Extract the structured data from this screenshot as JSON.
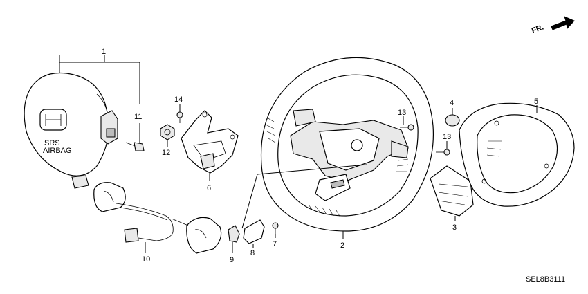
{
  "diagram": {
    "direction_label": "FR.",
    "code": "SEL8B3111",
    "emblem_text_top": "SRS",
    "emblem_text_bottom": "AIRBAG",
    "callouts": {
      "c1": "1",
      "c2": "2",
      "c3": "3",
      "c4": "4",
      "c5": "5",
      "c6": "6",
      "c7": "7",
      "c8": "8",
      "c9": "9",
      "c10": "10",
      "c11": "11",
      "c12": "12",
      "c13a": "13",
      "c13b": "13",
      "c14": "14"
    }
  }
}
